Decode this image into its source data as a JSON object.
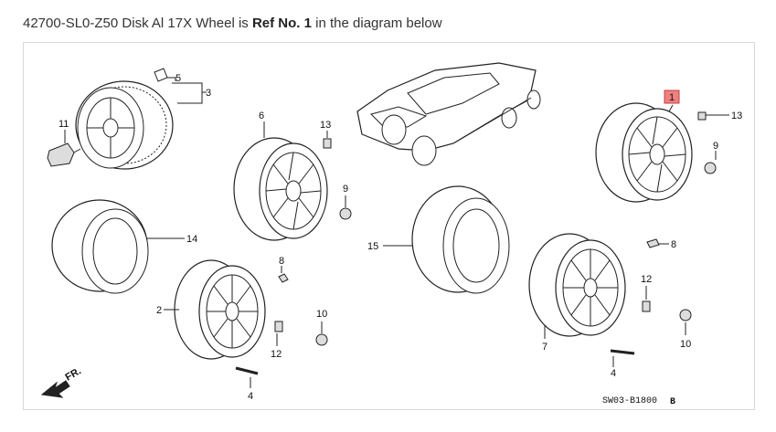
{
  "caption": {
    "prefix": "42700-SL0-Z50 Disk Al 17X Wheel is ",
    "ref_text": "Ref No. 1",
    "suffix": " in the diagram below"
  },
  "diagram": {
    "highlight_color": "#f08080",
    "highlighted_ref": "1",
    "callouts": {
      "c1": "1",
      "c2": "2",
      "c3": "3",
      "c4a": "4",
      "c4b": "4",
      "c5": "5",
      "c6": "6",
      "c7": "7",
      "c8a": "8",
      "c8b": "8",
      "c9a": "9",
      "c9b": "9",
      "c10a": "10",
      "c10b": "10",
      "c11": "11",
      "c12a": "12",
      "c12b": "12",
      "c13a": "13",
      "c13b": "13",
      "c14": "14",
      "c15": "15"
    },
    "direction_label": "FR.",
    "figure_code": "SW03-B1800",
    "figure_code_suffix": "B"
  }
}
